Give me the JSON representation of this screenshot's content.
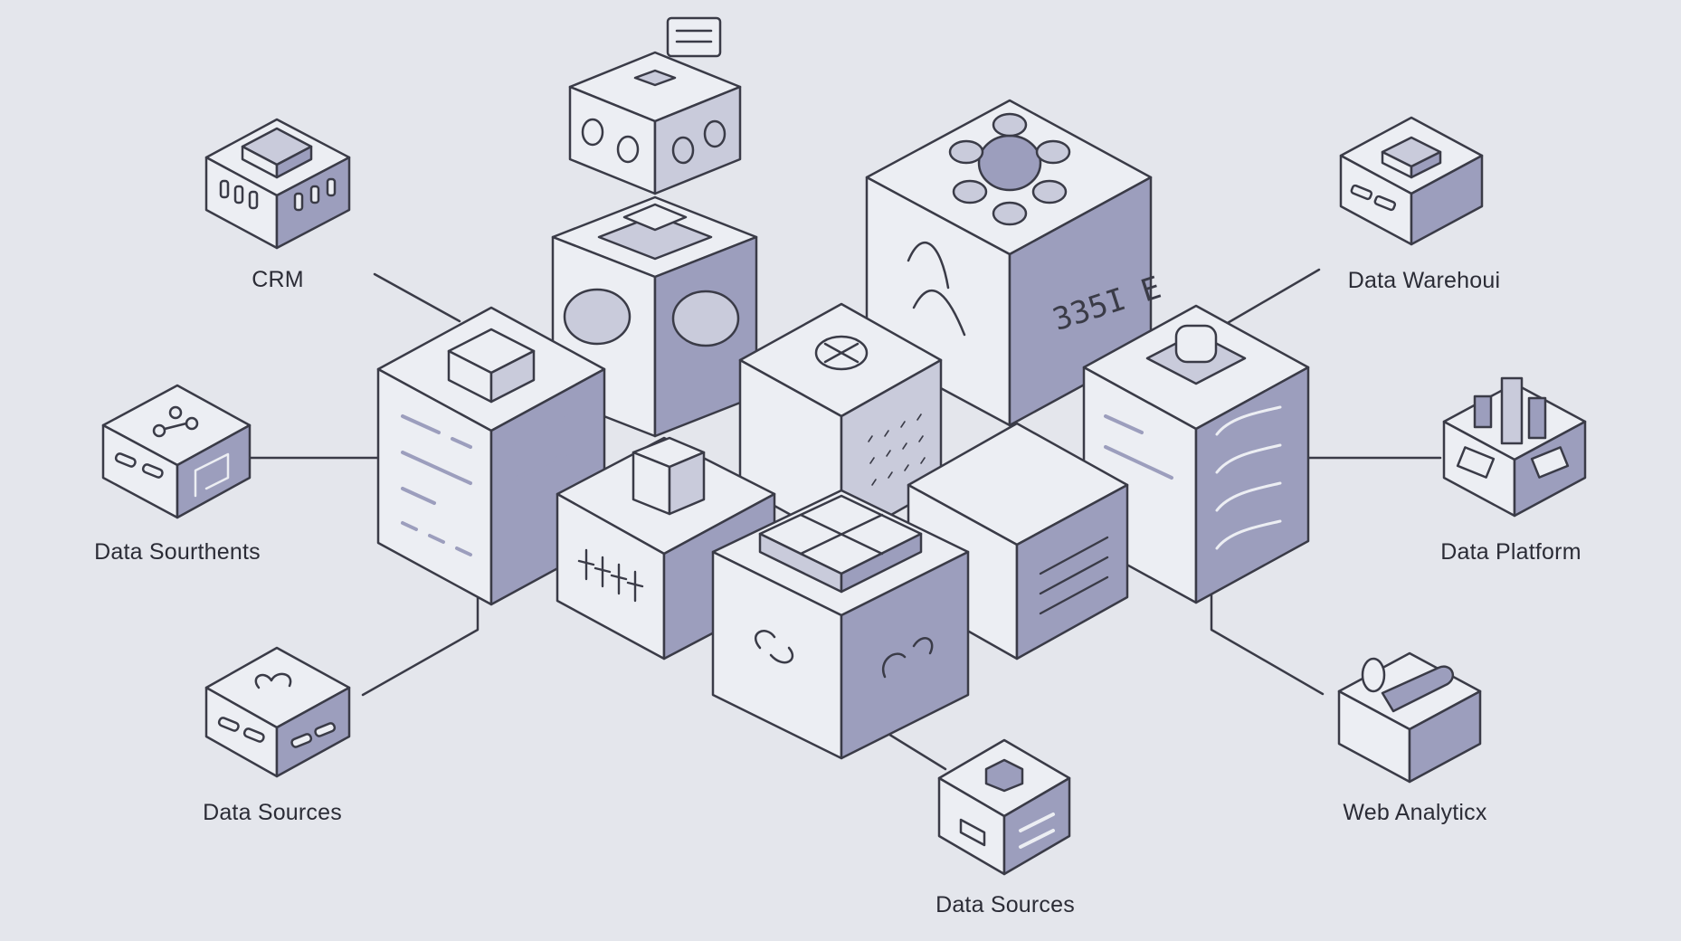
{
  "diagram": {
    "colors": {
      "background": "#e4e6ec",
      "stroke": "#3a3b47",
      "face_light": "#eceef3",
      "face_mid": "#c9cbdb",
      "face_dark": "#9c9ebd",
      "shadow": "#bcbfd6"
    },
    "labels": {
      "crm": "CRM",
      "data_sourthents": "Data Sourthents",
      "data_sources_left": "Data Sources",
      "data_sources_bottom": "Data Sources",
      "data_warehouse": "Data Warehoui",
      "data_platform": "Data Platform",
      "web_analytics": "Web Analyticx"
    },
    "glyph_text": "335I E",
    "icons": [
      "crm-server-icon",
      "data-sourthents-box-icon",
      "data-sources-box-icon",
      "data-warehouse-box-icon",
      "data-platform-box-icon",
      "web-analytics-box-icon",
      "data-sources-bottom-box-icon"
    ]
  }
}
